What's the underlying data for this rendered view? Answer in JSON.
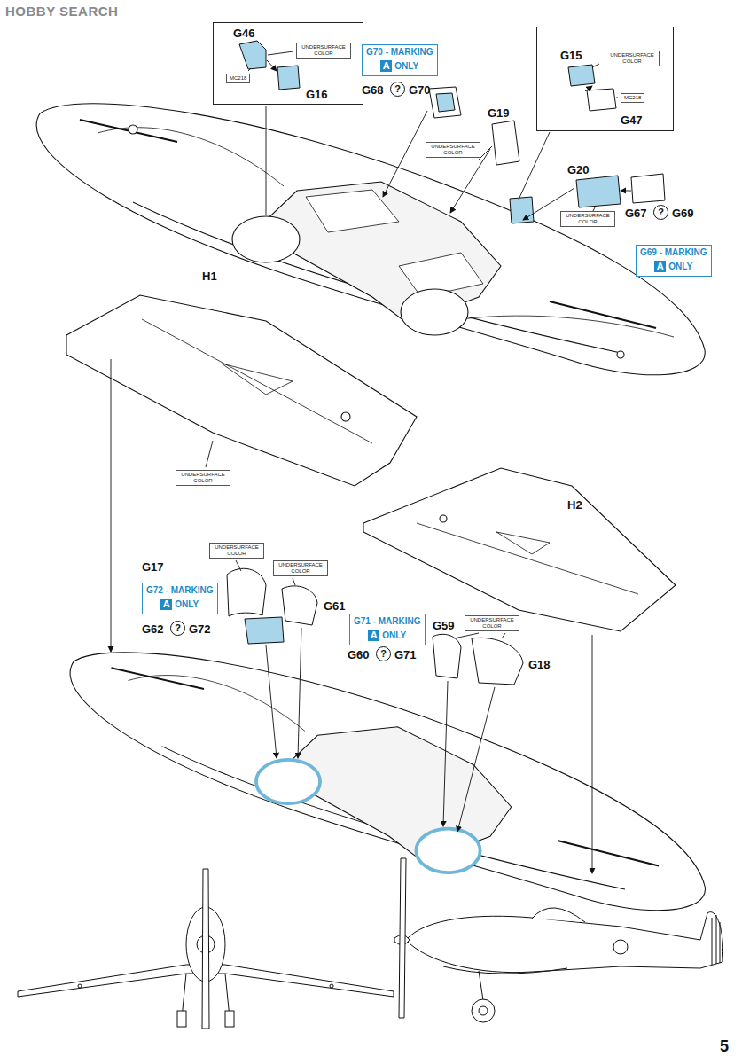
{
  "diagram": {
    "nodes": [
      {
        "text": [
          "G46",
          "G16"
        ]
      },
      {
        "text": [
          "UNDERSURFACE COLOR"
        ],
        "in": 0
      },
      {
        "text": [
          "MC218"
        ],
        "in": 0
      },
      {
        "text": [
          "G70 - MARKING",
          "A",
          "ONLY"
        ]
      },
      {
        "text": [
          "UNDERSURFACE COLOR"
        ]
      },
      {
        "text": [
          "G15",
          "G47"
        ]
      },
      {
        "text": [
          "UNDERSURFACE COLOR"
        ],
        "in": 5
      },
      {
        "text": [
          "MC218"
        ],
        "in": 5
      },
      {
        "text": [
          "UNDERSURFACE COLOR"
        ]
      },
      {
        "text": [
          "G69 - MARKING",
          "A",
          "ONLY"
        ]
      },
      {
        "text": [
          "UNDERSURFACE COLOR"
        ]
      },
      {
        "text": [
          "UNDERSURFACE COLOR"
        ]
      },
      {
        "text": [
          "UNDERSURFACE COLOR"
        ]
      },
      {
        "text": [
          "G72 - MARKING",
          "A",
          "ONLY"
        ]
      },
      {
        "text": [
          "G71 - MARKING",
          "A",
          "ONLY"
        ]
      },
      {
        "text": [
          "UNDERSURFACE COLOR"
        ]
      }
    ],
    "labels": [
      "HOBBY SEARCH",
      "G68",
      "?",
      "G70",
      "G19",
      "G20",
      "G67",
      "?",
      "G69",
      "H1",
      "H2",
      "G17",
      "G61",
      "G62",
      "?",
      "G72",
      "G59",
      "G60",
      "?",
      "G71",
      "G18",
      "5"
    ]
  }
}
